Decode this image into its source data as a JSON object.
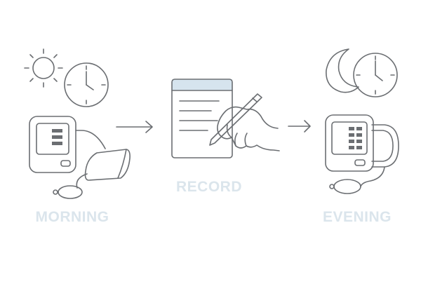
{
  "steps": [
    {
      "label": "MORNING"
    },
    {
      "label": "RECORD"
    },
    {
      "label": "EVENING"
    }
  ],
  "colors": {
    "stroke": "#6b6e72",
    "label": "#dbe5ec",
    "notepad_header": "#d6e4ee",
    "display_block": "#6b6e72"
  },
  "icons": [
    "sun-icon",
    "clock-icon",
    "blood-pressure-monitor-icon",
    "arrow-right-icon",
    "notepad-icon",
    "hand-writing-icon",
    "moon-icon"
  ]
}
